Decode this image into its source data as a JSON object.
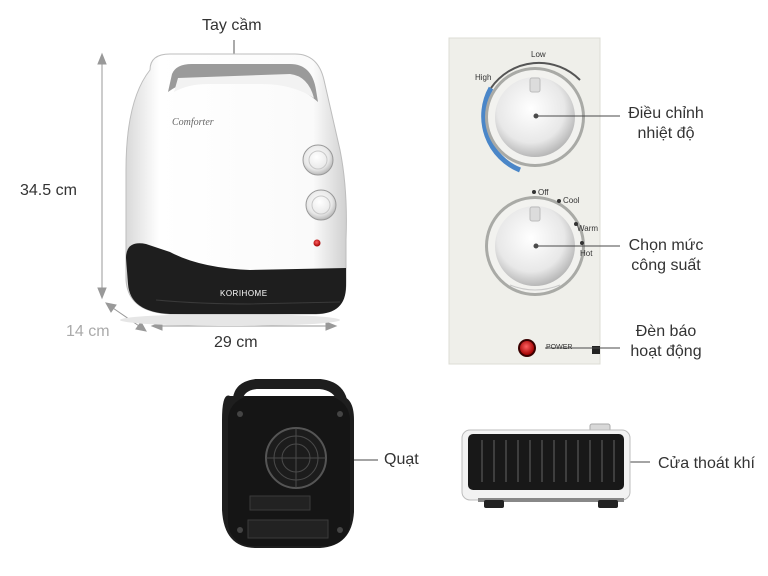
{
  "dimensions": {
    "handle": "Tay cầm",
    "height": "34.5 cm",
    "depth": "14 cm",
    "width": "29 cm"
  },
  "callouts": {
    "temp_line1": "Điều chỉnh",
    "temp_line2": "nhiệt độ",
    "power_line1": "Chọn mức",
    "power_line2": "công suất",
    "indicator_line1": "Đèn báo",
    "indicator_line2": "hoạt động",
    "fan": "Quạt",
    "vent": "Cửa thoát khí"
  },
  "product": {
    "brand": "KORIHOME",
    "model_logo": "Comforter"
  },
  "knob_labels": {
    "low": "Low",
    "high": "High",
    "off": "Off",
    "cool": "Cool",
    "warm": "Warm",
    "hot": "Hot",
    "power": "POWER"
  },
  "colors": {
    "accent_knob": "#4a86c8",
    "indicator_light": "#d02020",
    "body_dark": "#1e1e1e"
  }
}
